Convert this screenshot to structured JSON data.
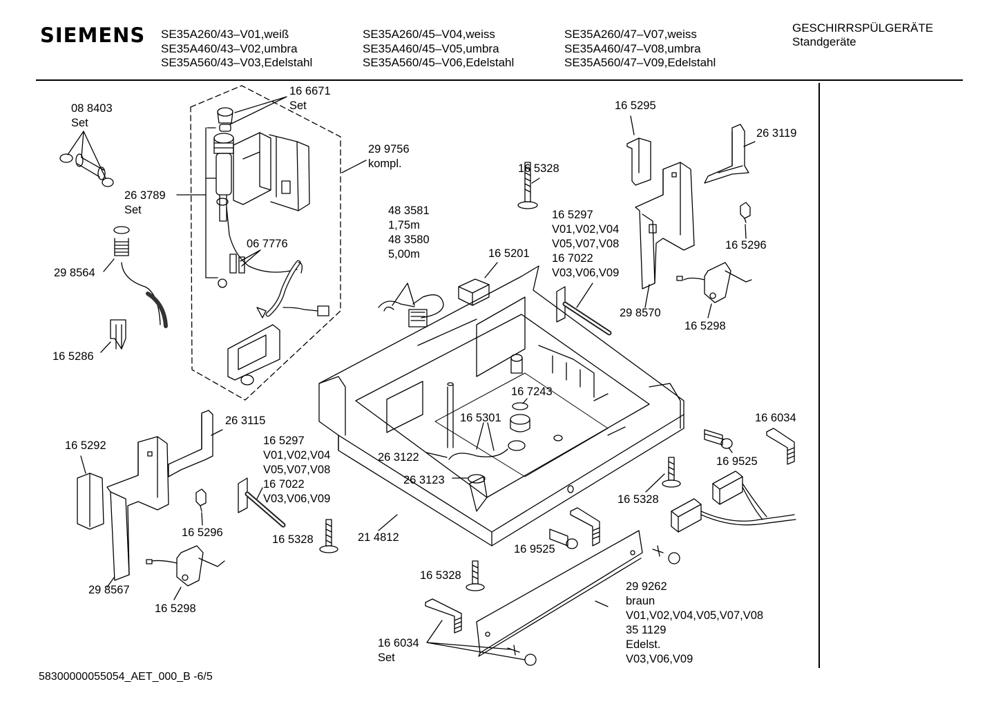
{
  "header": {
    "brand": "SIEMENS",
    "model_columns": [
      [
        "SE35A260/43–V01,weiß",
        "SE35A460/43–V02,umbra",
        "SE35A560/43–V03,Edelstahl"
      ],
      [
        "SE35A260/45–V04,weiss",
        "SE35A460/45–V05,umbra",
        "SE35A560/45–V06,Edelstahl"
      ],
      [
        "SE35A260/47–V07,weiss",
        "SE35A460/47–V08,umbra",
        "SE35A560/47–V09,Edelstahl"
      ]
    ],
    "category_line1": "GESCHIRRSPÜLGERÄTE",
    "category_line2": "Standgeräte"
  },
  "parts": [
    {
      "id": "p-088403",
      "lines": [
        "08 8403",
        "Set"
      ]
    },
    {
      "id": "p-166671",
      "lines": [
        "16 6671",
        "Set"
      ]
    },
    {
      "id": "p-299756",
      "lines": [
        "29 9756",
        "kompl."
      ]
    },
    {
      "id": "p-263789",
      "lines": [
        "26 3789",
        "Set"
      ]
    },
    {
      "id": "p-298564",
      "lines": [
        "29 8564"
      ]
    },
    {
      "id": "p-067776",
      "lines": [
        "06 7776"
      ]
    },
    {
      "id": "p-165286",
      "lines": [
        "16 5286"
      ]
    },
    {
      "id": "p-165328a",
      "lines": [
        "16 5328"
      ]
    },
    {
      "id": "p-483581",
      "lines": [
        "48 3581",
        "1,75m",
        "48 3580",
        "5,00m"
      ]
    },
    {
      "id": "p-165201",
      "lines": [
        "16 5201"
      ]
    },
    {
      "id": "p-165297a",
      "lines": [
        "16 5297",
        "V01,V02,V04",
        "V05,V07,V08",
        "16 7022",
        "V03,V06,V09"
      ]
    },
    {
      "id": "p-165295",
      "lines": [
        "16 5295"
      ]
    },
    {
      "id": "p-263119",
      "lines": [
        "26 3119"
      ]
    },
    {
      "id": "p-165296a",
      "lines": [
        "16 5296"
      ]
    },
    {
      "id": "p-298570",
      "lines": [
        "29 8570"
      ]
    },
    {
      "id": "p-165298a",
      "lines": [
        "16 5298"
      ]
    },
    {
      "id": "p-167243",
      "lines": [
        "16 7243"
      ]
    },
    {
      "id": "p-165301",
      "lines": [
        "16 5301"
      ]
    },
    {
      "id": "p-263115",
      "lines": [
        "26 3115"
      ]
    },
    {
      "id": "p-165292",
      "lines": [
        "16 5292"
      ]
    },
    {
      "id": "p-165297b",
      "lines": [
        "16 5297",
        "V01,V02,V04",
        "V05,V07,V08",
        "16 7022",
        "V03,V06,V09"
      ]
    },
    {
      "id": "p-263122",
      "lines": [
        "26 3122"
      ]
    },
    {
      "id": "p-263123",
      "lines": [
        "26 3123"
      ]
    },
    {
      "id": "p-165296b",
      "lines": [
        "16 5296"
      ]
    },
    {
      "id": "p-165328b",
      "lines": [
        "16 5328"
      ]
    },
    {
      "id": "p-214812",
      "lines": [
        "21 4812"
      ]
    },
    {
      "id": "p-298567",
      "lines": [
        "29 8567"
      ]
    },
    {
      "id": "p-165298b",
      "lines": [
        "16 5298"
      ]
    },
    {
      "id": "p-166034a",
      "lines": [
        "16 6034"
      ]
    },
    {
      "id": "p-169525a",
      "lines": [
        "16 9525"
      ]
    },
    {
      "id": "p-165328c",
      "lines": [
        "16 5328"
      ]
    },
    {
      "id": "p-169525b",
      "lines": [
        "16 9525"
      ]
    },
    {
      "id": "p-165328d",
      "lines": [
        "16 5328"
      ]
    },
    {
      "id": "p-299262",
      "lines": [
        "29 9262",
        "braun",
        "V01,V02,V04,V05,V07,V08",
        "35 1129",
        "Edelst.",
        "V03,V06,V09"
      ]
    },
    {
      "id": "p-166034b",
      "lines": [
        "16 6034",
        "Set"
      ]
    }
  ],
  "footer": {
    "doc_id": "58300000055054_AET_000_B -6/5"
  }
}
